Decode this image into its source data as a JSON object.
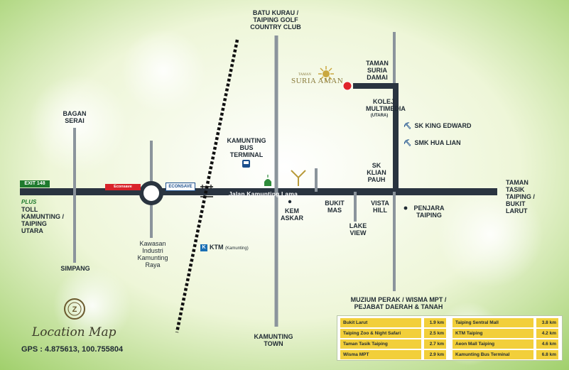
{
  "map": {
    "title": "Location Map",
    "gps": "GPS : 4.875613, 100.755804",
    "road_name": "Jalan Kamunting Lama",
    "exit_sign": "EXIT 148",
    "plus_logo": "PLUS",
    "brand_store_1": "Econsave",
    "brand_store_2": "ECONSAVE",
    "ktm": {
      "label": "KTM",
      "sub": "(Kamunting)"
    },
    "suria_logo": {
      "small": "TAMAN",
      "main": "SURIA AMAN"
    },
    "labels": {
      "batu_kurau": "BATU KURAU /\nTAIPING GOLF\nCOUNTRY CLUB",
      "bagan_serai": "BAGAN\nSERAI",
      "toll": "TOLL\nKAMUNTING /\nTAIPING\nUTARA",
      "simpang": "SIMPANG",
      "kawasan": "Kawasan\nIndustri\nKamunting\nRaya",
      "bus_terminal": "KAMUNTING\nBUS\nTERMINAL",
      "kem_askar": "KEM\nASKAR",
      "bukit_mas": "BUKIT\nMAS",
      "lake_view": "LAKE\nVIEW",
      "vista_hill": "VISTA\nHILL",
      "penjara": "PENJARA\nTAIPING",
      "taman_tasik": "TAMAN\nTASIK\nTAIPING /\nBUKIT\nLARUT",
      "taman_suria_damai": "TAMAN\nSURIA\nDAMAI",
      "kolej": "KOLEJ\nMULTIMEDIA",
      "kolej_sub": "(UTARA)",
      "sk_klian": "SK\nKLIAN\nPAUH",
      "muzium": "MUZIUM PERAK / WISMA MPT /\nPEJABAT DAERAH & TANAH",
      "kamunting_town": "KAMUNTING\nTOWN"
    },
    "schools": [
      "SK KING EDWARD",
      "SMK HUA LIAN"
    ],
    "distances": [
      {
        "place": "Bukit Larut",
        "km": "1.9 km"
      },
      {
        "place": "Taiping Zoo & Night Safari",
        "km": "2.5 km"
      },
      {
        "place": "Taman Tasik Taiping",
        "km": "2.7 km"
      },
      {
        "place": "Wisma MPT",
        "km": "2.9 km"
      },
      {
        "place": "Taiping Sentral Mall",
        "km": "3.8 km"
      },
      {
        "place": "KTM Taiping",
        "km": "4.2 km"
      },
      {
        "place": "Aeon Mall Taiping",
        "km": "4.6 km"
      },
      {
        "place": "Kamunting Bus Terminal",
        "km": "6.8 km"
      }
    ],
    "colors": {
      "road": "#2a3440",
      "rail": "#111111",
      "location_marker": "#e0242b",
      "table_fill": "#f2cf3a",
      "exit_green": "#1f7a2e"
    }
  }
}
